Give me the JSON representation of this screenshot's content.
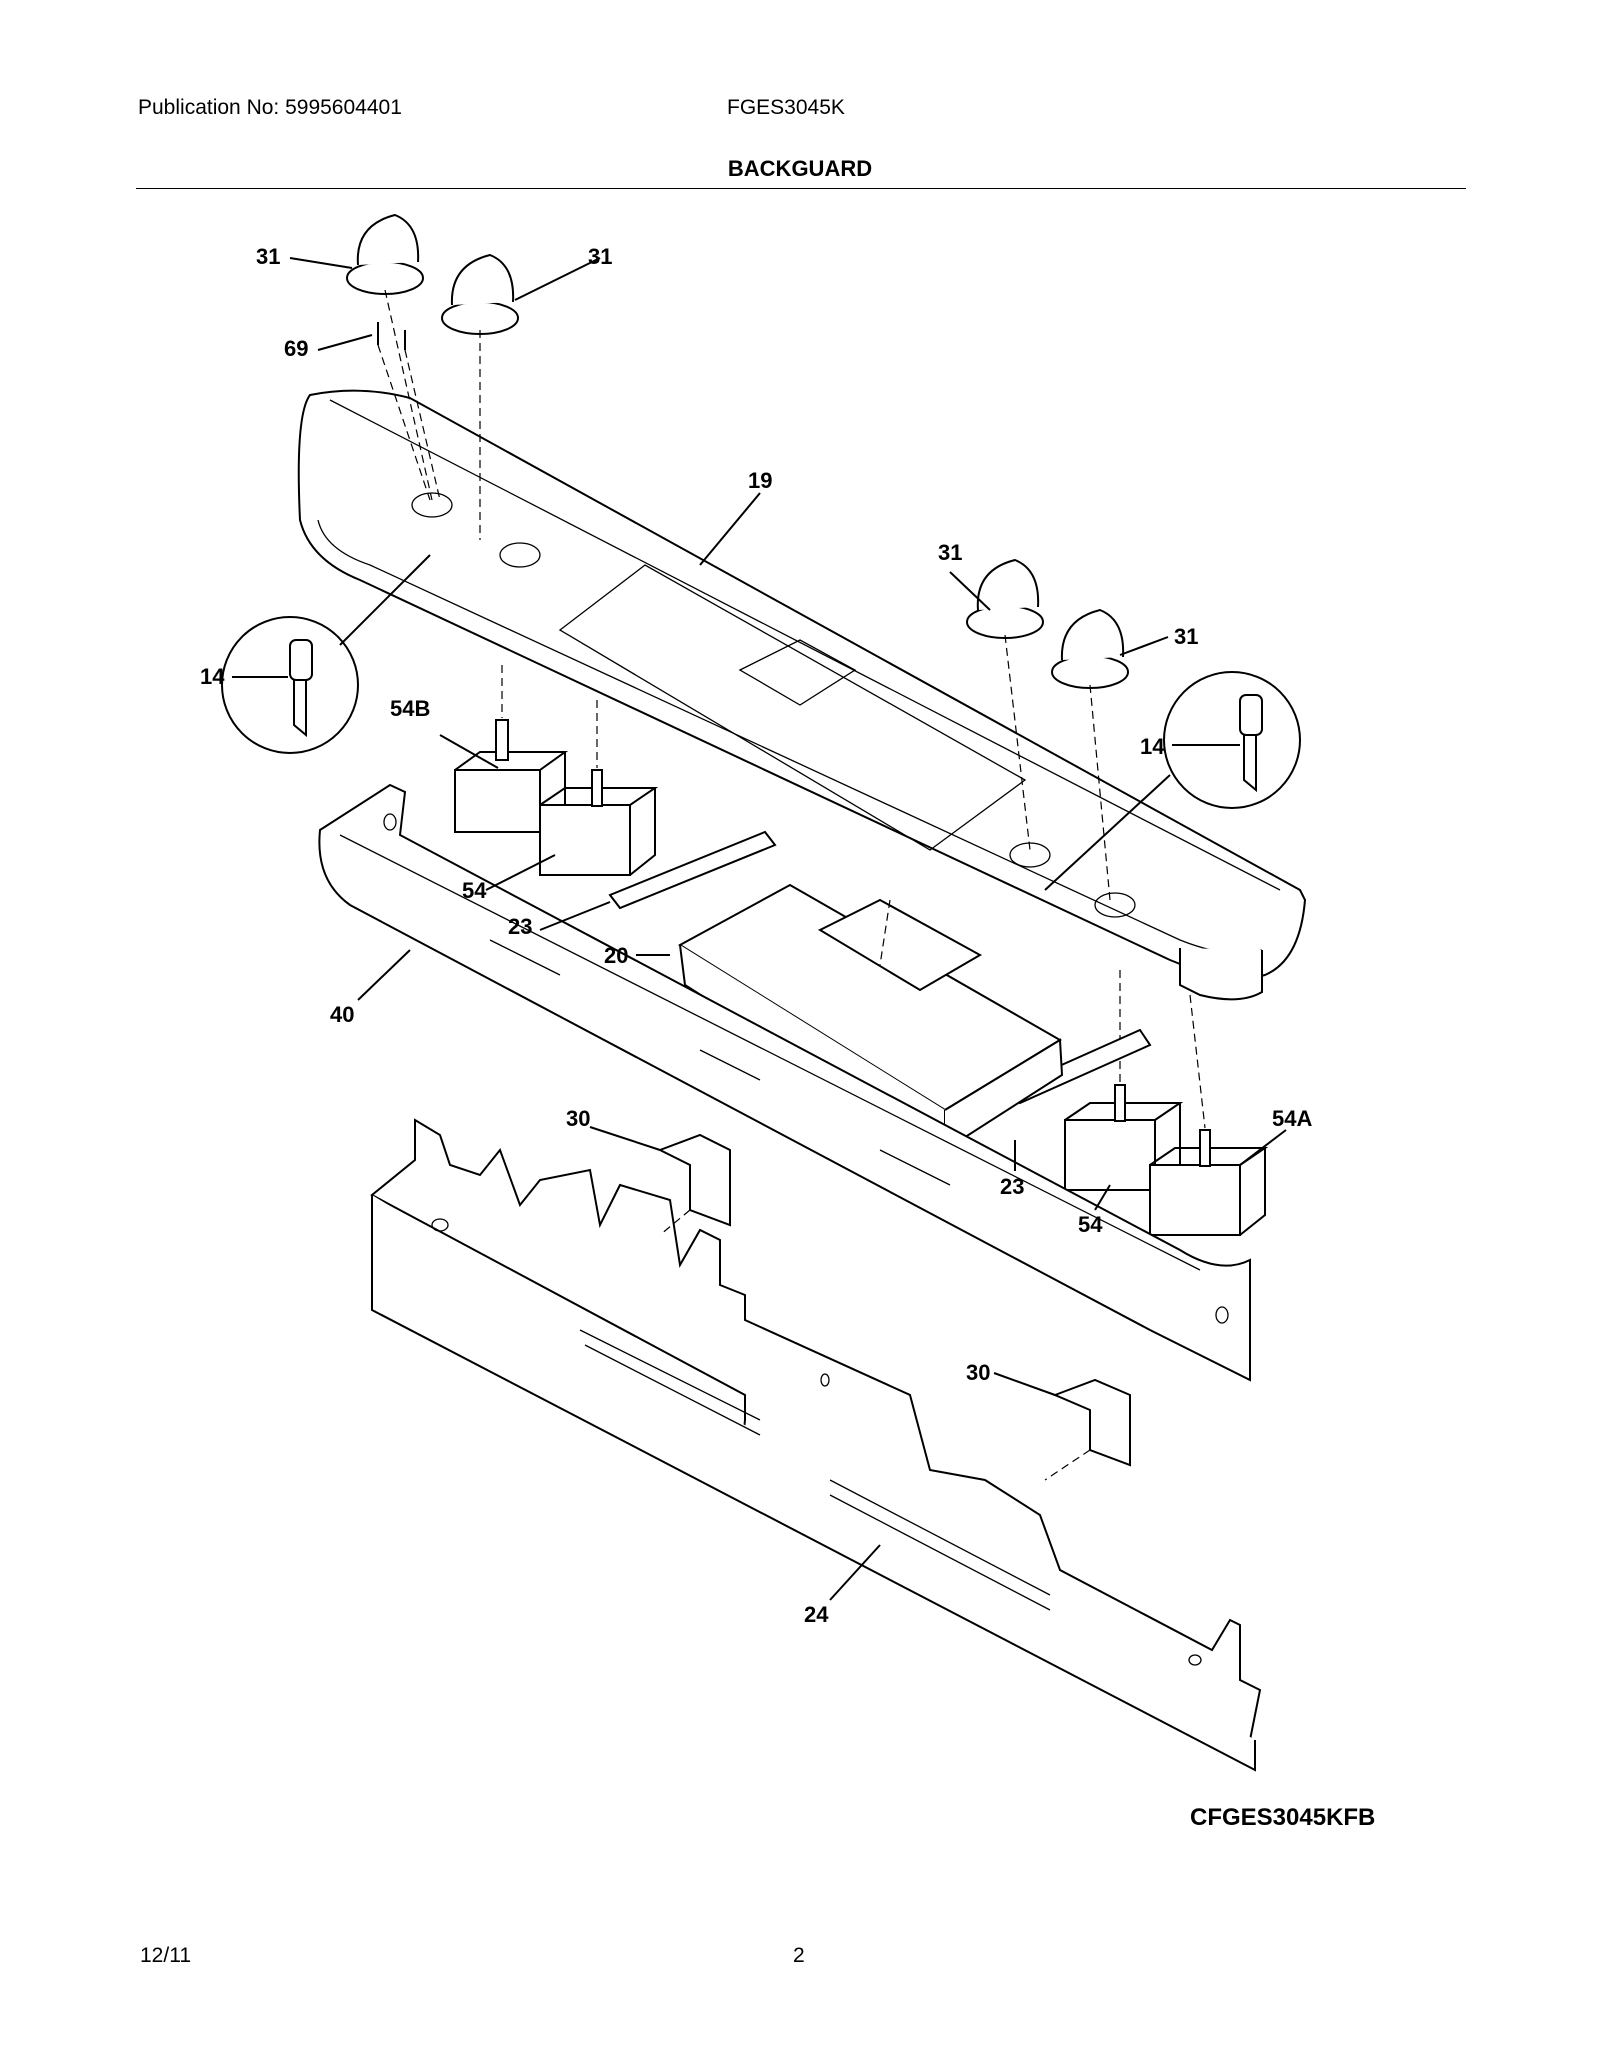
{
  "header": {
    "publication": "Publication No: 5995604401",
    "model": "FGES3045K",
    "title": "BACKGUARD"
  },
  "callouts": {
    "c31a": "31",
    "c31b": "31",
    "c31c": "31",
    "c31d": "31",
    "c69": "69",
    "c19": "19",
    "c14a": "14",
    "c14b": "14",
    "c54b": "54B",
    "c54a": "54",
    "c23a": "23",
    "c20": "20",
    "c40": "40",
    "c30a": "30",
    "c23b": "23",
    "c54c": "54",
    "c54A": "54A",
    "c30b": "30",
    "c24": "24"
  },
  "footer": {
    "diagram_code": "CFGES3045KFB",
    "date": "12/11",
    "page": "2"
  }
}
